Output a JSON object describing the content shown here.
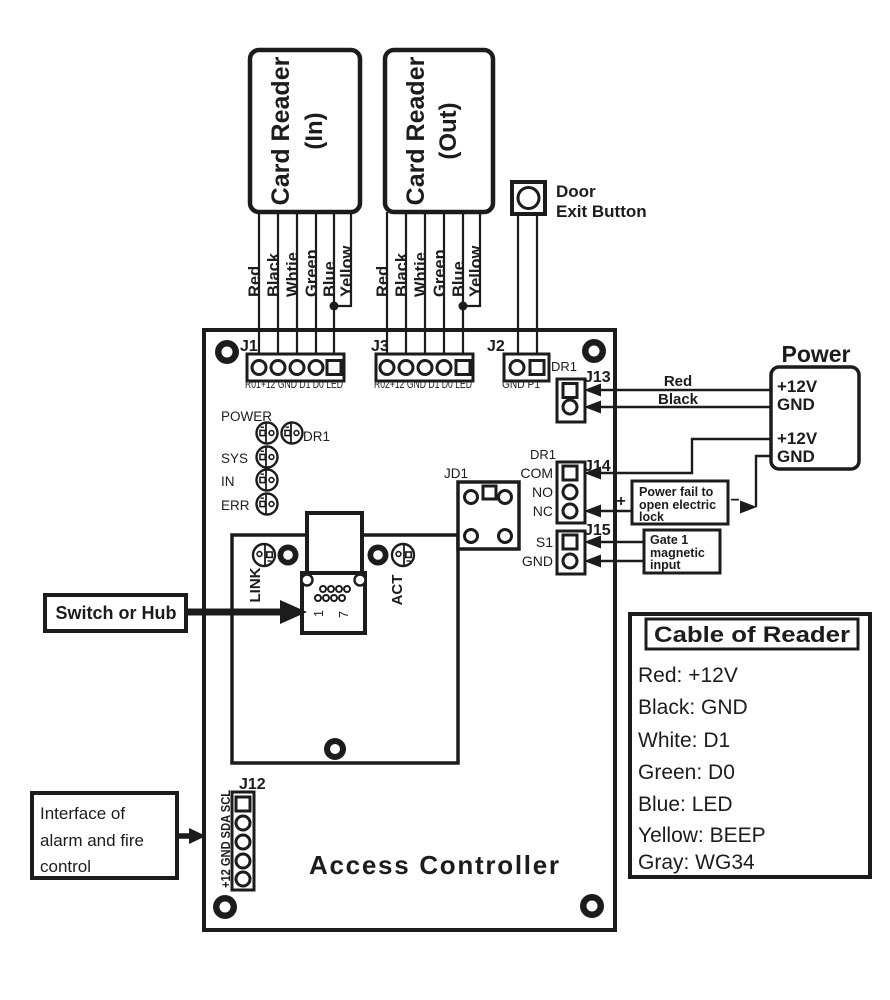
{
  "reader_in": {
    "title": "Card Reader",
    "subtitle": "(In)"
  },
  "reader_out": {
    "title": "Card Reader",
    "subtitle": "(Out)"
  },
  "wires_in": [
    "Red",
    "Black",
    "Whtie",
    "Green",
    "Blue",
    "Yellow"
  ],
  "wires_out": [
    "Red",
    "Black",
    "Whtie",
    "Green",
    "Blue",
    "Yellow"
  ],
  "door_exit": {
    "line1": "Door",
    "line2": "Exit Button"
  },
  "board": {
    "title": "Access Controller",
    "j1": {
      "name": "J1",
      "pins": "R01+12 GND D1 D0 LED"
    },
    "j3": {
      "name": "J3",
      "pins": "R02+12 GND D1 D0 LED"
    },
    "j2": {
      "name": "J2",
      "pins": "GND P1",
      "dr1": "DR1"
    },
    "leds": {
      "power": "POWER",
      "dr1": "DR1",
      "sys": "SYS",
      "in": "IN",
      "err": "ERR"
    },
    "lan": {
      "link": "LINK",
      "act": "ACT",
      "pin1": "1",
      "pin7": "7"
    },
    "jd1": "JD1",
    "j13": {
      "name": "J13"
    },
    "j14": {
      "name": "J14",
      "dr1": "DR1",
      "com": "COM",
      "no": "NO",
      "nc": "NC"
    },
    "j15": {
      "name": "J15",
      "s1": "S1",
      "gnd": "GND"
    },
    "j12": {
      "name": "J12",
      "pins": "+12 GND SDA SCL"
    }
  },
  "power": {
    "title": "Power",
    "v1": "+12V",
    "g1": "GND",
    "v2": "+12V",
    "g2": "GND",
    "wire_red": "Red",
    "wire_black": "Black"
  },
  "lock": {
    "plus": "+",
    "minus": "−",
    "line1": "Power fail to",
    "line2": "open electric",
    "line3": "lock"
  },
  "gate": {
    "line1": "Gate 1",
    "line2": "magnetic",
    "line3": "input"
  },
  "switch_hub": {
    "label": "Switch or Hub"
  },
  "alarm_interface": {
    "line1": "Interface of",
    "line2": "alarm and fire",
    "line3": "control"
  },
  "cable": {
    "title": "Cable of Reader",
    "entries": [
      "Red: +12V",
      "Black: GND",
      "White: D1",
      "Green: D0",
      "Blue: LED",
      "Yellow: BEEP",
      "Gray: WG34"
    ]
  }
}
